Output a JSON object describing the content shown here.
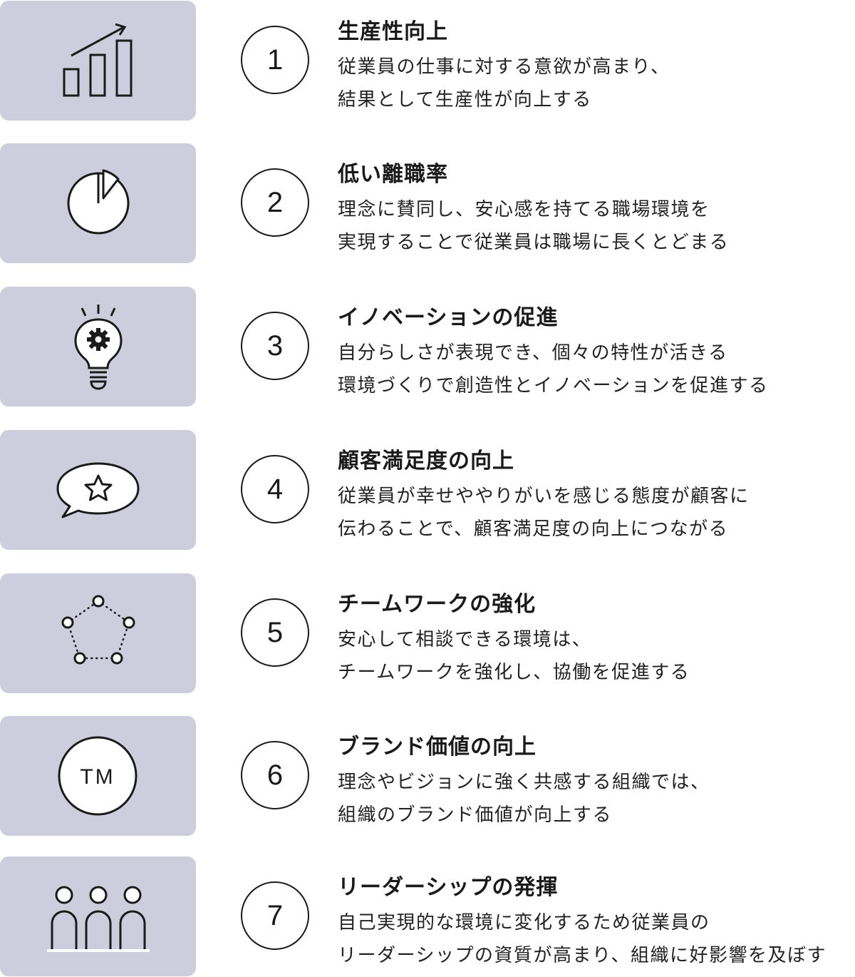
{
  "items": [
    {
      "number": "1",
      "icon": "growth-chart-icon",
      "title": "生産性向上",
      "lines": [
        "従業員の仕事に対する意欲が高まり、",
        "結果として生産性が向上する"
      ]
    },
    {
      "number": "2",
      "icon": "pie-chart-icon",
      "title": "低い離職率",
      "lines": [
        "理念に賛同し、安心感を持てる職場環境を",
        "実現することで従業員は職場に長くとどまる"
      ]
    },
    {
      "number": "3",
      "icon": "lightbulb-gear-icon",
      "title": "イノベーションの促進",
      "lines": [
        "自分らしさが表現でき、個々の特性が活きる",
        "環境づくりで創造性とイノベーションを促進する"
      ]
    },
    {
      "number": "4",
      "icon": "speech-bubble-star-icon",
      "title": "顧客満足度の向上",
      "lines": [
        "従業員が幸せややりがいを感じる態度が顧客に",
        "伝わることで、顧客満足度の向上につながる"
      ]
    },
    {
      "number": "5",
      "icon": "connected-circles-icon",
      "title": "チームワークの強化",
      "lines": [
        "安心して相談できる環境は、",
        "チームワークを強化し、協働を促進する"
      ]
    },
    {
      "number": "6",
      "icon": "trademark-icon",
      "icon_text": "TM",
      "title": "ブランド価値の向上",
      "lines": [
        "理念やビジョンに強く共感する組織では、",
        "組織のブランド価値が向上する"
      ]
    },
    {
      "number": "7",
      "icon": "people-group-icon",
      "title": "リーダーシップの発揮",
      "lines": [
        "自己実現的な環境に変化するため従業員の",
        "リーダーシップの資質が高まり、組織に好影響を及ぼす"
      ]
    }
  ],
  "colors": {
    "icon_background": "#cdcddd",
    "text": "#1a1a1a"
  }
}
